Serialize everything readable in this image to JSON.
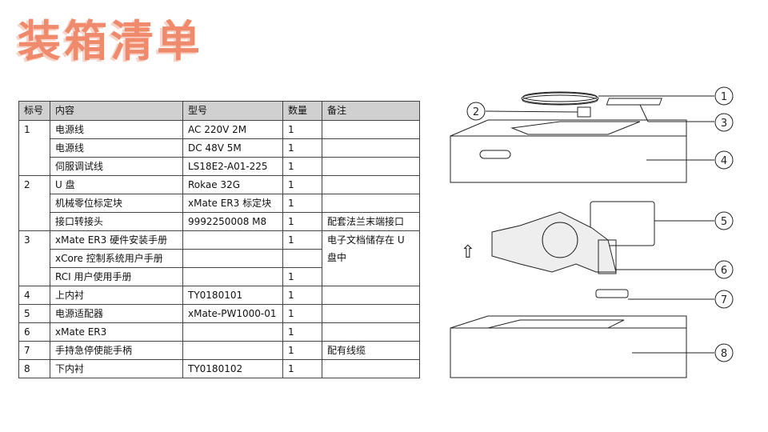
{
  "title": "装箱清单",
  "table": {
    "headers": [
      "标号",
      "内容",
      "型号",
      "数量",
      "备注"
    ],
    "rows": [
      {
        "no": "1",
        "content": "电源线",
        "model": "AC 220V 2M",
        "qty": "1",
        "note": ""
      },
      {
        "no": "",
        "content": "电源线",
        "model": "DC 48V 5M",
        "qty": "1",
        "note": ""
      },
      {
        "no": "",
        "content": "伺服调试线",
        "model": "LS18E2-A01-225",
        "qty": "1",
        "note": ""
      },
      {
        "no": "2",
        "content": "U 盘",
        "model": "Rokae 32G",
        "qty": "1",
        "note": ""
      },
      {
        "no": "",
        "content": "机械零位标定块",
        "model": "xMate ER3 标定块",
        "qty": "1",
        "note": ""
      },
      {
        "no": "",
        "content": "接口转接头",
        "model": "9992250008 M8",
        "qty": "1",
        "note": "配套法兰末端接口"
      },
      {
        "no": "3",
        "content": "xMate ER3 硬件安装手册",
        "model": "",
        "qty": "1",
        "note": "电子文档储存在 U 盘中"
      },
      {
        "no": "",
        "content": "xCore 控制系统用户手册",
        "model": "",
        "qty": "",
        "note": ""
      },
      {
        "no": "",
        "content": "RCI 用户使用手册",
        "model": "",
        "qty": "1",
        "note": ""
      },
      {
        "no": "4",
        "content": "上内衬",
        "model": "TY0180101",
        "qty": "1",
        "note": ""
      },
      {
        "no": "5",
        "content": "电源适配器",
        "model": "xMate-PW1000-01",
        "qty": "1",
        "note": ""
      },
      {
        "no": "6",
        "content": "xMate ER3",
        "model": "",
        "qty": "1",
        "note": ""
      },
      {
        "no": "7",
        "content": "手持急停使能手柄",
        "model": "",
        "qty": "1",
        "note": "配有线缆"
      },
      {
        "no": "8",
        "content": "下内衬",
        "model": "TY0180102",
        "qty": "1",
        "note": ""
      }
    ]
  },
  "callouts": [
    "①",
    "②",
    "③",
    "④",
    "⑤",
    "⑥",
    "⑦",
    "⑧"
  ],
  "up_arrow": "⇧"
}
